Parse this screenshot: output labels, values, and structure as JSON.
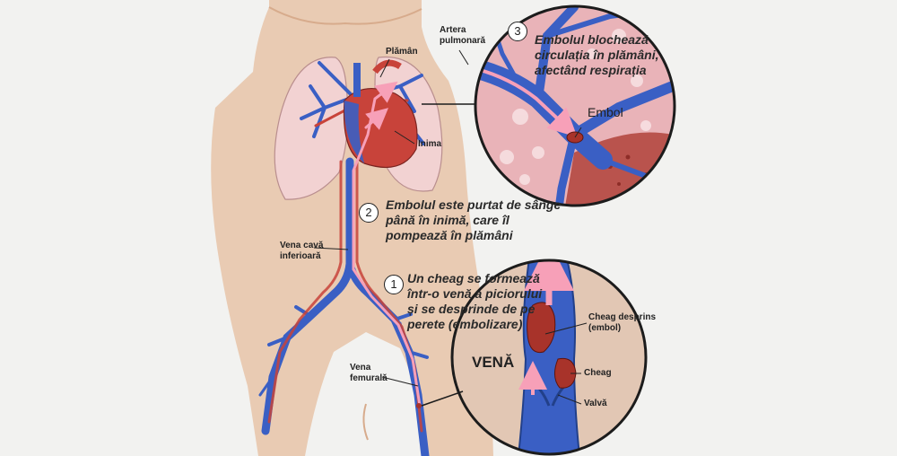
{
  "colors": {
    "background": "#f2f2f0",
    "skin": "#e8c4a8",
    "lung": "#f2d2d2",
    "vein_blue": "#3a5fc4",
    "artery_red": "#c8433a",
    "flow_arrow": "#f7a0b8",
    "clot": "#a8332a",
    "tissue": "#e9b3b8"
  },
  "labels": {
    "plaman": "Plămân",
    "inima": "Inima",
    "artera_pulmonara": "Artera\npulmonară",
    "embol": "Embol",
    "vena_cava": "Vena cavă\ninferioară",
    "vena_femurala": "Vena\nfemurală",
    "cheag_desprins": "Cheag desprins\n(embol)",
    "cheag": "Cheag",
    "valva": "Valvă",
    "vena_title": "VENĂ"
  },
  "steps": [
    {
      "number": "1",
      "text": "Un cheag se formează\nîntr-o venă a piciorului\nși se desprinde de pe\nperete (embolizare)"
    },
    {
      "number": "2",
      "text": "Embolul este purtat de sânge\npână în inimă, care îl\npompează în plămâni"
    },
    {
      "number": "3",
      "text": "Embolul blochează\ncirculația în plămâni,\nafectând respirația"
    }
  ]
}
